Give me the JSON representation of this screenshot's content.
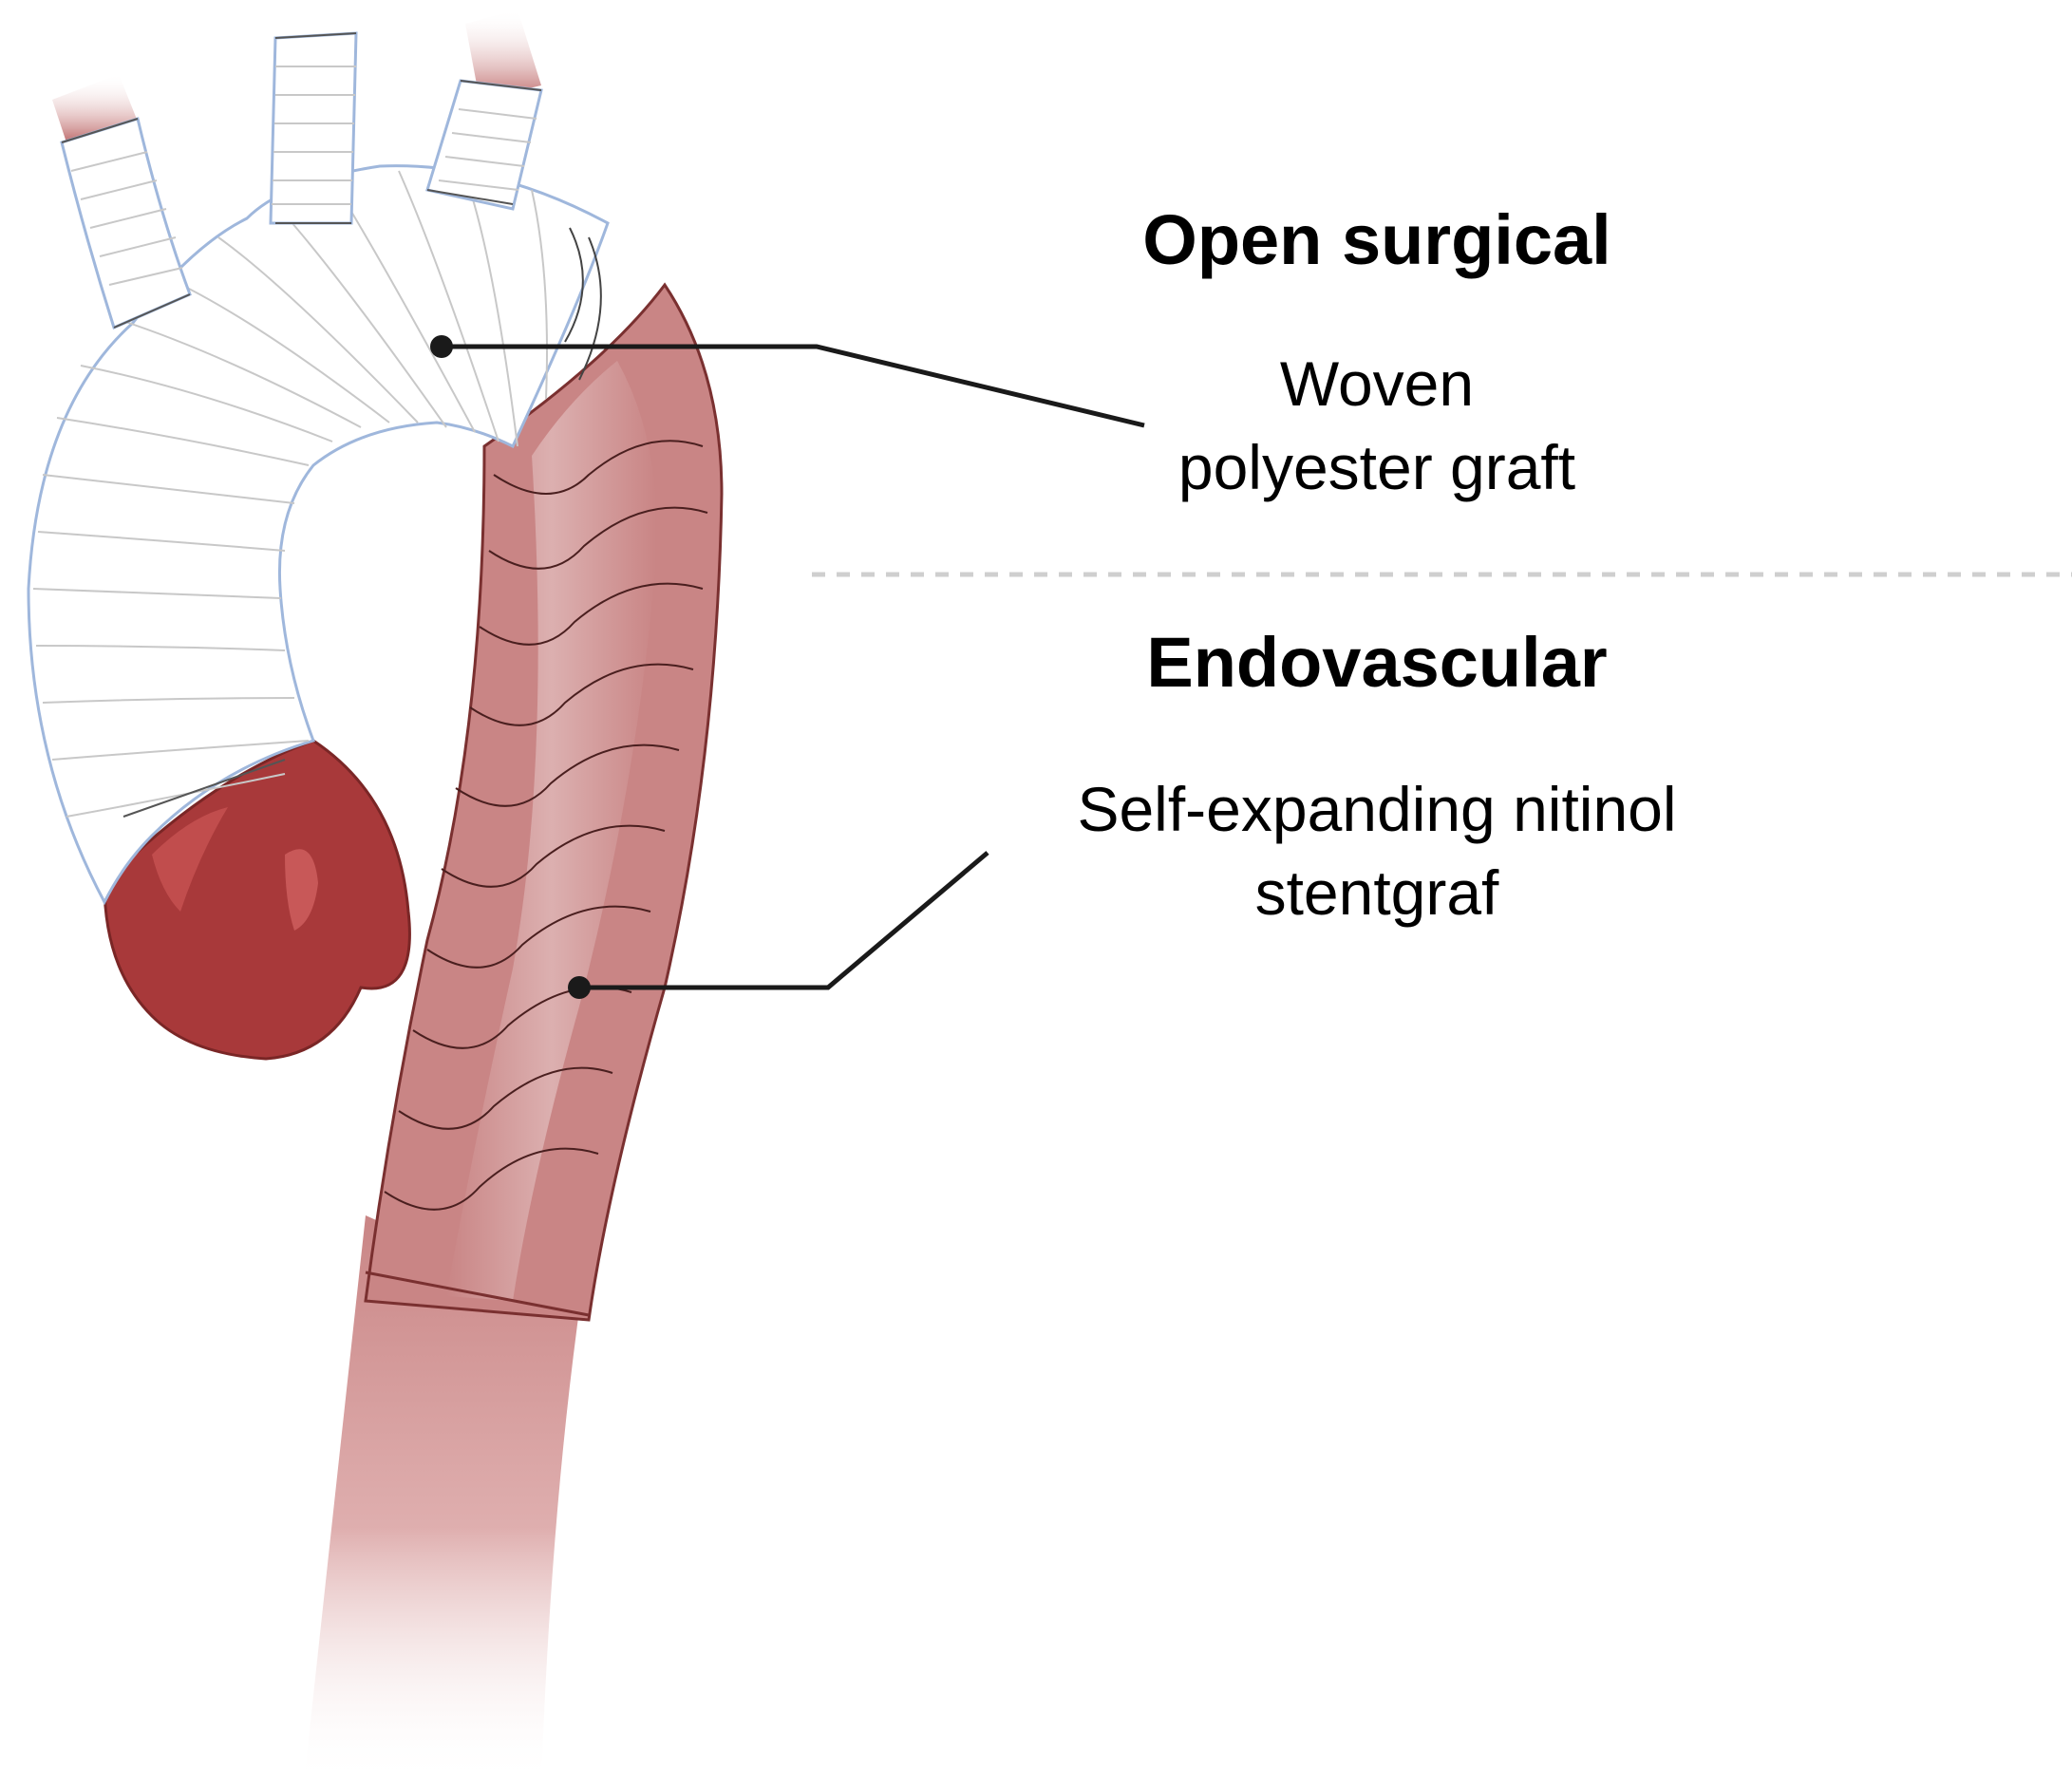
{
  "sections": {
    "open_surgical": {
      "heading": "Open surgical",
      "description_lines": [
        "Woven",
        "polyester graft"
      ]
    },
    "endovascular": {
      "heading": "Endovascular",
      "description_lines": [
        "Self-expanding nitinol",
        "stentgraf"
      ]
    }
  },
  "colors": {
    "graft_fill": "#ffffff",
    "graft_outline": "#9fb7dc",
    "aorta": "#c98585",
    "aorta_dark": "#8e3a3a",
    "aortic_root": "#a8393a",
    "leader_line": "#1a1a1a",
    "divider": "#cfcfcf"
  }
}
